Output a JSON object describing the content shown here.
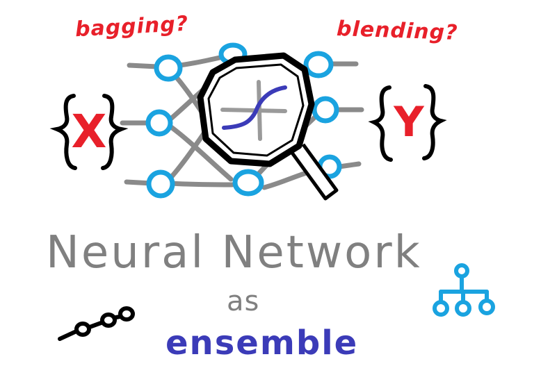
{
  "labels": {
    "bagging": "bagging?",
    "blending": "blending?",
    "input_var": "X",
    "output_var": "Y",
    "title": "Neural Network",
    "connector": "as",
    "subject": "ensemble"
  },
  "icons": {
    "magnifier": "magnifying-glass-icon",
    "sigmoid": "sigmoid-curve-icon",
    "chain": "chain-link-icon",
    "tree": "hierarchy-tree-icon"
  },
  "colors": {
    "red": "#e8202a",
    "node_blue": "#1aa3e0",
    "title_gray": "#808080",
    "ensemble_blue": "#3b3bb8",
    "ink": "#000000",
    "edge_gray": "#8a8a8a"
  }
}
